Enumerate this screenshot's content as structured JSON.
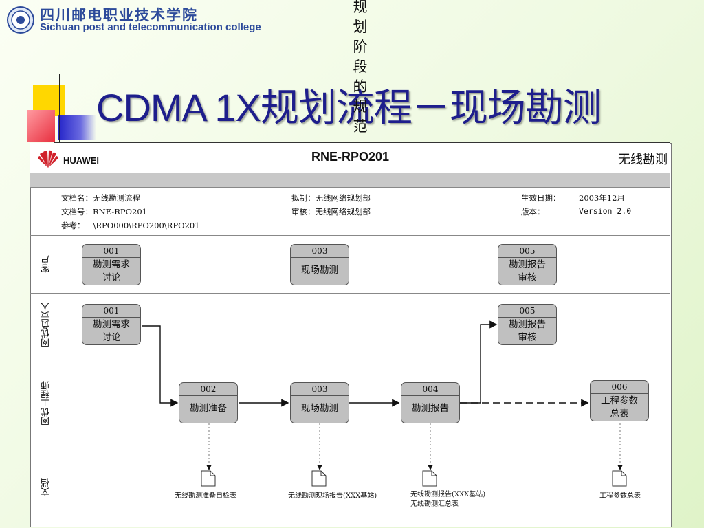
{
  "college": {
    "name_cn": "四川邮电职业技术学院",
    "name_en": "Sichuan post and telecommunication college"
  },
  "slide": {
    "title": "CDMA 1X规划流程－现场勘测",
    "vertical_text": "规划阶段的规范"
  },
  "document": {
    "code": "RNE-RPO201",
    "title_right": "无线勘测",
    "brand": "HUAWEI",
    "meta": {
      "doc_name_label": "文档名：",
      "doc_name": "无线勘测流程",
      "doc_no_label": "文档号：",
      "doc_no": "RNE-RPO201",
      "ref_label": "参考：",
      "ref": "\\RPO000\\RPO200\\RPO201",
      "drafter_label": "拟制：",
      "drafter": "无线网络规划部",
      "reviewer_label": "审核：",
      "reviewer": "无线网络规划部",
      "effective_label": "生效日期：",
      "effective": "2003年12月",
      "version_label": "版本：",
      "version": "Version 2.0"
    },
    "lanes": [
      "客户",
      "网优负责人",
      "网优工程师",
      "文档"
    ],
    "boxes": {
      "c001": {
        "num": "001",
        "label": "勘测需求讨论"
      },
      "c003": {
        "num": "003",
        "label": "现场勘测"
      },
      "c005": {
        "num": "005",
        "label": "勘测报告审核"
      },
      "m001": {
        "num": "001",
        "label": "勘测需求讨论"
      },
      "m005": {
        "num": "005",
        "label": "勘测报告审核"
      },
      "e002": {
        "num": "002",
        "label": "勘测准备"
      },
      "e003": {
        "num": "003",
        "label": "现场勘测"
      },
      "e004": {
        "num": "004",
        "label": "勘测报告"
      },
      "e006": {
        "num": "006",
        "label": "工程参数总表"
      }
    },
    "docs": {
      "d1": "无线勘测准备自检表",
      "d2": "无线勘测现场报告(XXX基站)",
      "d3a": "无线勘测报告(XXX基站)",
      "d3b": "无线勘测汇总表",
      "d4": "工程参数总表"
    }
  },
  "colors": {
    "title": "#1e1e8c",
    "box_fill": "#c0c0c0",
    "band": "#c8c8c8",
    "deco_yellow": "#ffd700",
    "deco_blue": "#2323c8",
    "deco_red": "#e83040"
  }
}
